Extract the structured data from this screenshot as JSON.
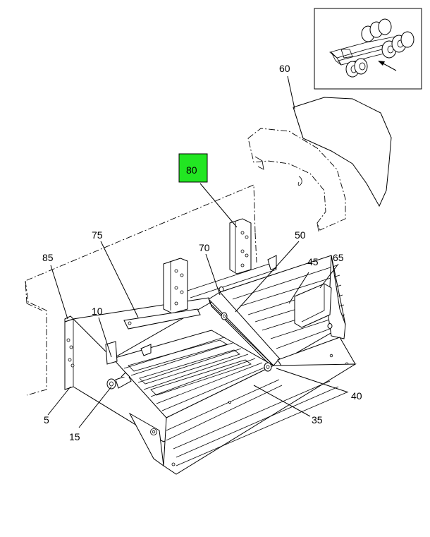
{
  "callouts": {
    "c5": "5",
    "c10": "10",
    "c15": "15",
    "c35": "35",
    "c40": "40",
    "c45": "45",
    "c50": "50",
    "c60": "60",
    "c65": "65",
    "c70": "70",
    "c75": "75",
    "c80": "80",
    "c85": "85"
  },
  "colors": {
    "highlight": "#22e622",
    "line": "#000000",
    "background": "#ffffff"
  }
}
